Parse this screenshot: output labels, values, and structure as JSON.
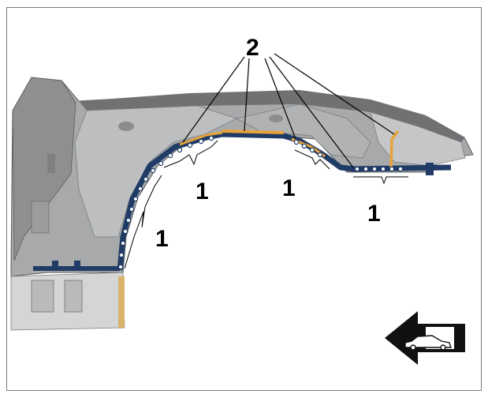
{
  "diagram": {
    "callouts": {
      "top": "2",
      "lower_left": "1",
      "wheel_arch_top": "1",
      "middle": "1",
      "right": "1"
    },
    "colors": {
      "frame": "#7a7a7a",
      "panel_dark": "#6f7173",
      "panel_mid": "#a4a6a8",
      "panel_light": "#c9cbcc",
      "blue_part": "#1f3b66",
      "orange_seam": "#e8a33a",
      "weld_point": "#ffffff",
      "leader": "#000000",
      "arrow": "#111111"
    },
    "icons": {
      "direction_arrow": "arrow-left-icon",
      "vehicle": "car-icon"
    }
  }
}
